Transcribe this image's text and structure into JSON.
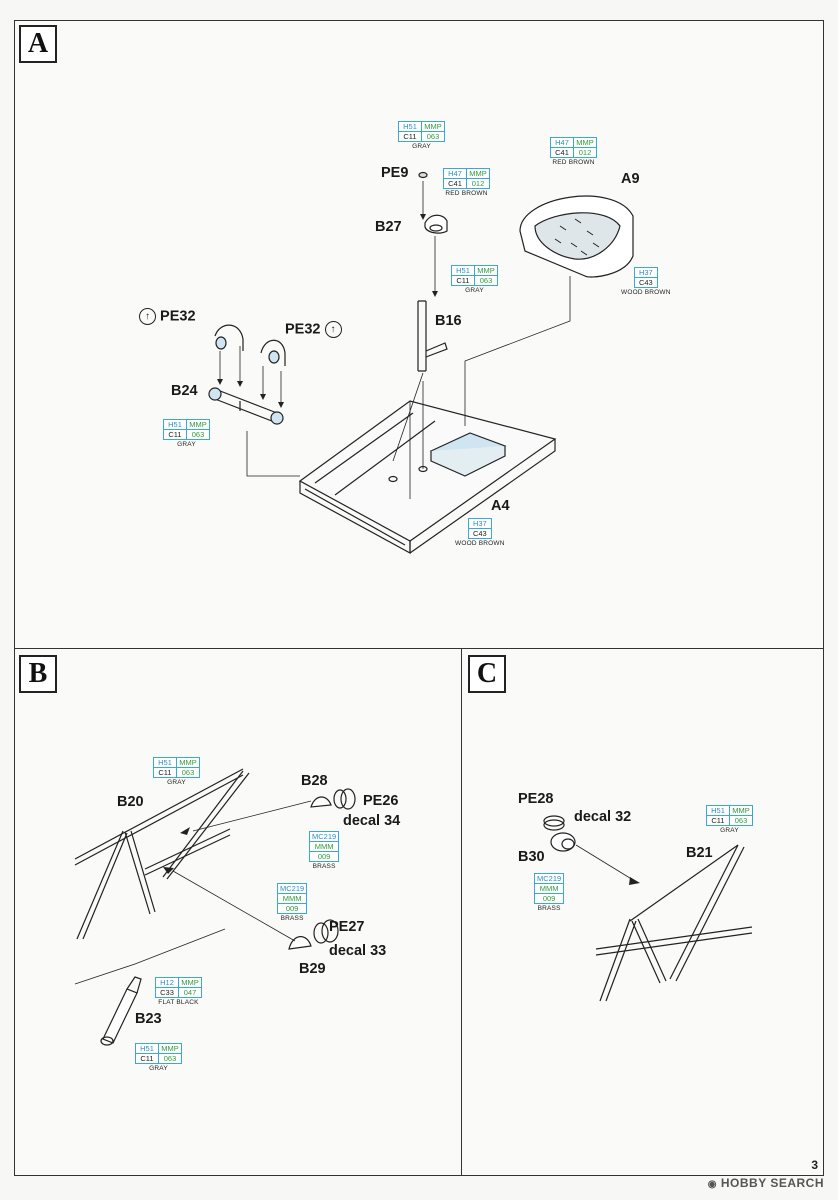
{
  "panels": {
    "a": {
      "letter": "A"
    },
    "b": {
      "letter": "B"
    },
    "c": {
      "letter": "C"
    }
  },
  "parts": {
    "pe9": "PE9",
    "b27": "B27",
    "a9": "A9",
    "b16": "B16",
    "pe32_left": "PE32",
    "pe32_right": "PE32",
    "b24": "B24",
    "a4": "A4",
    "b20": "B20",
    "b28": "B28",
    "pe26": "PE26",
    "decal34": "decal 34",
    "pe27": "PE27",
    "decal33": "decal 33",
    "b29": "B29",
    "b23": "B23",
    "pe28": "PE28",
    "decal32": "decal 32",
    "b21": "B21",
    "b30": "B30"
  },
  "pe_marker_icon": "rotate-arrow-icon",
  "pe_marker_glyph": "↑",
  "paint_refs": {
    "gray_h51": {
      "h": "H51",
      "mmp": "MMP",
      "c": "C11",
      "n": "063",
      "name": "GRAY"
    },
    "redbrown_h47": {
      "h": "H47",
      "mmp": "MMP",
      "c": "C41",
      "n": "012",
      "name": "RED BROWN"
    },
    "woodbrown_h37": {
      "h": "H37",
      "c": "C43",
      "name": "WOOD BROWN"
    },
    "brass_mc219": {
      "h": "MC219",
      "mmp": "MMM",
      "n": "009",
      "name": "BRASS"
    },
    "flatblack_h12": {
      "h": "H12",
      "mmp": "MMP",
      "c": "C33",
      "n": "047",
      "name": "FLAT BLACK"
    }
  },
  "page_number": "3",
  "watermark": {
    "text": "HOBBY SEARCH",
    "icon": "camera-icon"
  },
  "colors": {
    "hobby_color": "#2b8fc9",
    "mmp_color": "#2f9a3f",
    "seat_cushion": "#cfe6f2",
    "line": "#222222"
  }
}
